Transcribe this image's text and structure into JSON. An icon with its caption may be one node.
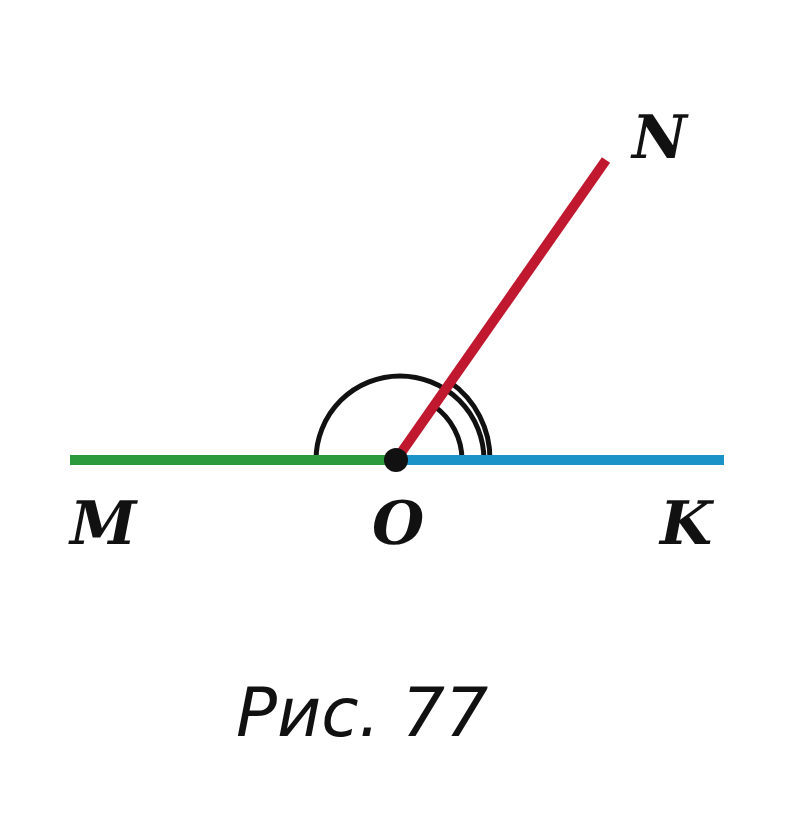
{
  "diagram": {
    "caption": "Рис. 77",
    "labels": [
      "N",
      "M",
      "O",
      "K"
    ]
  }
}
